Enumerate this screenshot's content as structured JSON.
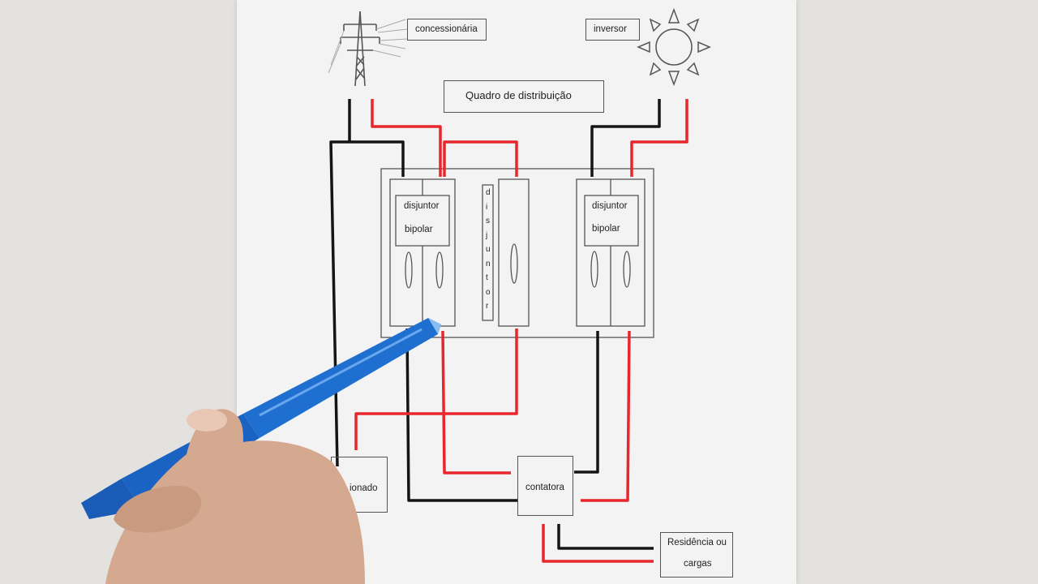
{
  "labels": {
    "concessionaria": "concessionária",
    "inversor": "inversor",
    "title": "Quadro de distribuição",
    "breaker_left_line1": "disjuntor",
    "breaker_left_line2": "bipolar",
    "breaker_right_line1": "disjuntor",
    "breaker_right_line2": "bipolar",
    "breaker_middle_vertical": [
      "d",
      "i",
      "s",
      "j",
      "u",
      "n",
      "t",
      "o",
      "r"
    ],
    "left_box_partial": "ionado",
    "contatora": "contatora",
    "residencia_line1": "Residência ou",
    "residencia_line2": "cargas"
  },
  "wire_colors": {
    "phase": "#e8262b",
    "neutral": "#141414"
  },
  "icons": {
    "utility": "power-tower-icon",
    "solar": "sun-icon"
  }
}
